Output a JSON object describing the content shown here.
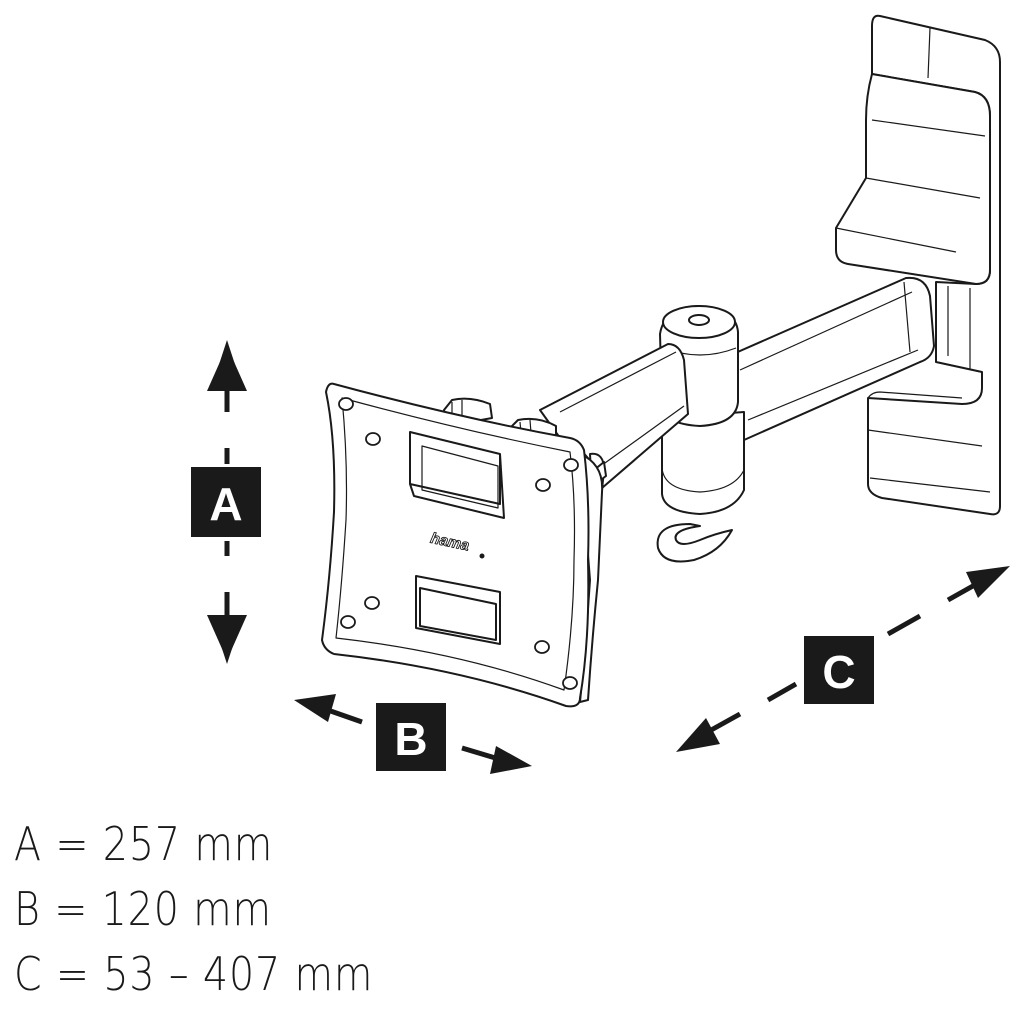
{
  "diagram": {
    "brand_logo": "hama",
    "labels": {
      "a": "A",
      "b": "B",
      "c": "C"
    }
  },
  "dimensions": [
    "A = 257 mm",
    "B = 120 mm",
    "C = 53 – 407 mm"
  ]
}
